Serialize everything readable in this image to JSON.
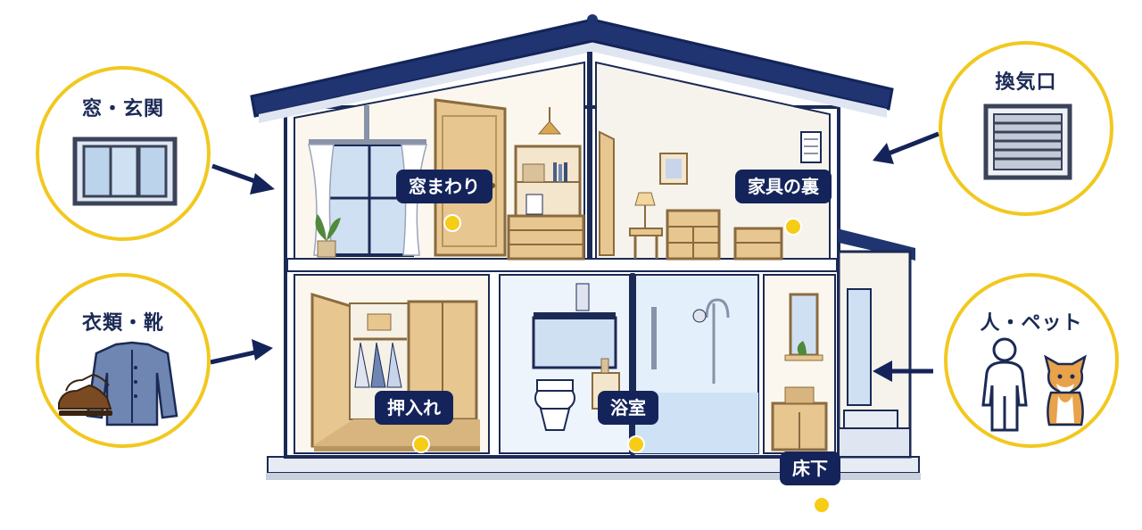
{
  "callouts": {
    "window_entrance": "窓・玄関",
    "clothes_shoes": "衣類・靴",
    "vent": "換気口",
    "people_pets": "人・ペット"
  },
  "labels": {
    "window_area": "窓まわり",
    "behind_furniture": "家具の裏",
    "closet": "押入れ",
    "bathroom": "浴室",
    "under_floor": "床下"
  },
  "colors": {
    "navy": "#14245a",
    "accent_yellow": "#f2c81f",
    "wall_line": "#1b2a55"
  }
}
